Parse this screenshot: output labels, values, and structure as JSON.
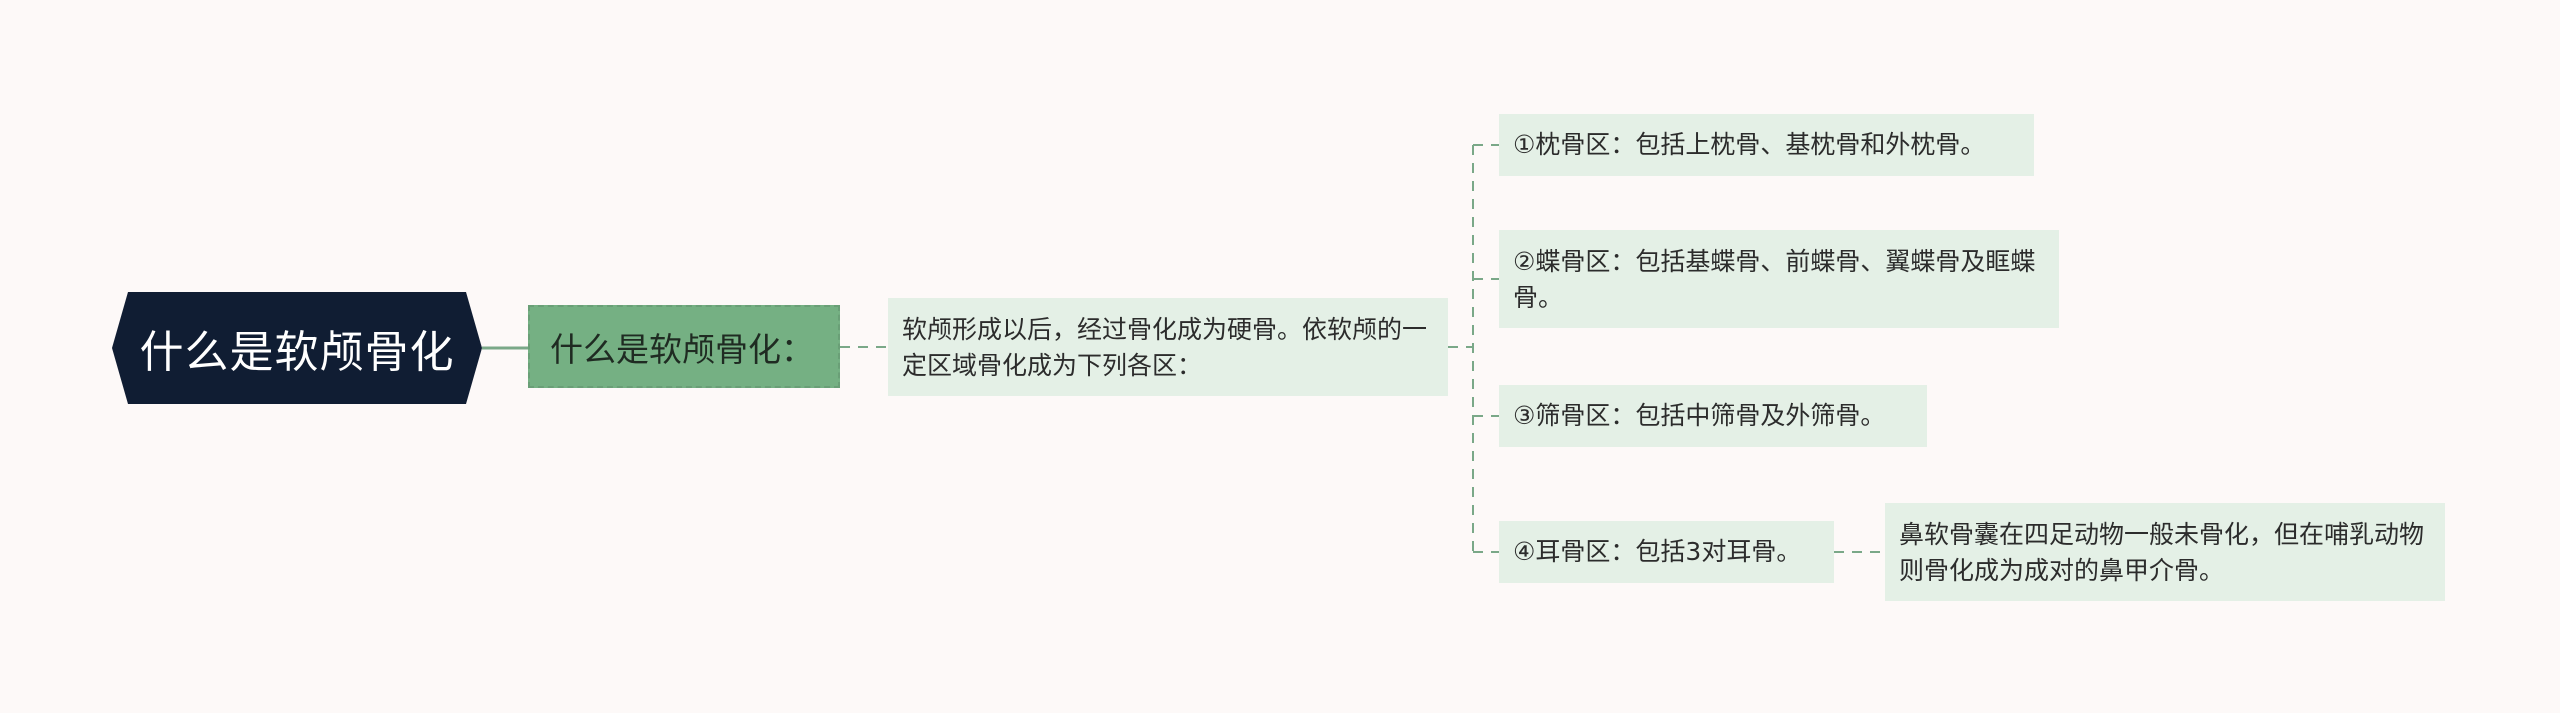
{
  "mindmap": {
    "root": {
      "label": "什么是软颅骨化"
    },
    "topic": {
      "label": "什么是软颅骨化："
    },
    "summary": {
      "text": "软颅形成以后，经过骨化成为硬骨。依软颅的一定区域骨化成为下列各区："
    },
    "regions": [
      {
        "text": "①枕骨区：包括上枕骨、基枕骨和外枕骨。"
      },
      {
        "text": "②蝶骨区：包括基蝶骨、前蝶骨、翼蝶骨及眶蝶骨。"
      },
      {
        "text": "③筛骨区：包括中筛骨及外筛骨。"
      },
      {
        "text": "④耳骨区：包括3对耳骨。"
      }
    ],
    "note": {
      "text": "鼻软骨囊在四足动物一般未骨化，但在哺乳动物则骨化成为成对的鼻甲介骨。"
    }
  },
  "colors": {
    "background": "#fdf9f8",
    "root_fill": "#101d33",
    "topic_fill": "#75b083",
    "leaf_fill": "#e4f0e6",
    "connector": "#7aa888"
  }
}
